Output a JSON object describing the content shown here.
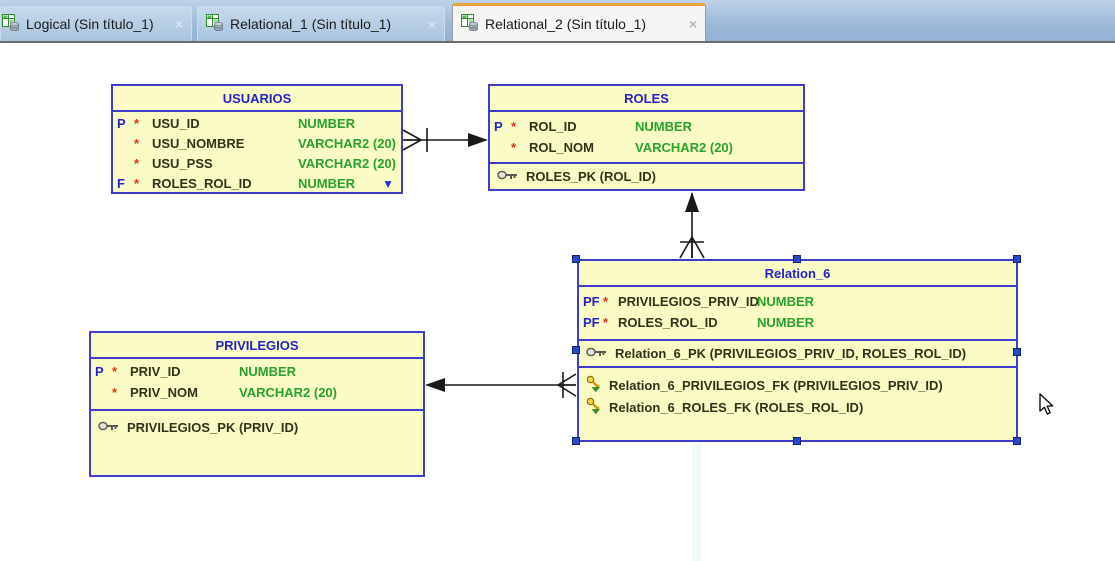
{
  "tabs": [
    {
      "label": "Logical (Sin título_1)",
      "close": "×",
      "active": false
    },
    {
      "label": "Relational_1 (Sin título_1)",
      "close": "×",
      "active": false
    },
    {
      "label": "Relational_2 (Sin título_1)",
      "close": "×",
      "active": true
    }
  ],
  "icons": {
    "tab": "relational-diagram-icon",
    "pk": "pk-key-icon",
    "fk": "fk-key-icon",
    "more_indicator": "▼",
    "close": "×"
  },
  "tables": {
    "usuarios": {
      "title": "USUARIOS",
      "columns": [
        {
          "key": "P",
          "required": "*",
          "name": "USU_ID",
          "type": "NUMBER"
        },
        {
          "key": "",
          "required": "*",
          "name": "USU_NOMBRE",
          "type": "VARCHAR2 (20)"
        },
        {
          "key": "",
          "required": "*",
          "name": "USU_PSS",
          "type": "VARCHAR2 (20)"
        },
        {
          "key": "F",
          "required": "*",
          "name": "ROLES_ROL_ID",
          "type": "NUMBER"
        }
      ],
      "more_indicator": "▼"
    },
    "roles": {
      "title": "ROLES",
      "columns": [
        {
          "key": "P",
          "required": "*",
          "name": "ROL_ID",
          "type": "NUMBER"
        },
        {
          "key": "",
          "required": "*",
          "name": "ROL_NOM",
          "type": "VARCHAR2 (20)"
        }
      ],
      "keys": [
        {
          "icon": "pk-key-icon",
          "label": "ROLES_PK (ROL_ID)"
        }
      ]
    },
    "privilegios": {
      "title": "PRIVILEGIOS",
      "columns": [
        {
          "key": "P",
          "required": "*",
          "name": "PRIV_ID",
          "type": "NUMBER"
        },
        {
          "key": "",
          "required": "*",
          "name": "PRIV_NOM",
          "type": "VARCHAR2 (20)"
        }
      ],
      "keys": [
        {
          "icon": "pk-key-icon",
          "label": "PRIVILEGIOS_PK (PRIV_ID)"
        }
      ]
    },
    "relation6": {
      "title": "Relation_6",
      "selected": true,
      "columns": [
        {
          "key": "PF",
          "required": "*",
          "name": "PRIVILEGIOS_PRIV_ID",
          "type": "NUMBER"
        },
        {
          "key": "PF",
          "required": "*",
          "name": "ROLES_ROL_ID",
          "type": "NUMBER"
        }
      ],
      "pk": [
        {
          "icon": "pk-key-icon",
          "label": "Relation_6_PK (PRIVILEGIOS_PRIV_ID, ROLES_ROL_ID)"
        }
      ],
      "fks": [
        {
          "icon": "fk-key-icon",
          "label": "Relation_6_PRIVILEGIOS_FK (PRIVILEGIOS_PRIV_ID)"
        },
        {
          "icon": "fk-key-icon",
          "label": "Relation_6_ROLES_FK (ROLES_ROL_ID)"
        }
      ]
    }
  },
  "relationships": [
    {
      "from": "USUARIOS",
      "to": "ROLES",
      "from_end": "many-crowfoot",
      "to_end": "arrow"
    },
    {
      "from": "Relation_6",
      "to": "ROLES",
      "from_end": "many-crowfoot",
      "to_end": "arrow"
    },
    {
      "from": "Relation_6",
      "to": "PRIVILEGIOS",
      "from_end": "many-crowfoot",
      "to_end": "arrow"
    }
  ],
  "colors": {
    "table_fill": "#fbfbc5",
    "table_border": "#3d3dca",
    "header_text": "#2424c8",
    "key_marker": "#2424c8",
    "required_marker": "#e03418",
    "column_name": "#33331c",
    "column_type": "#29a229",
    "tabbar_bg": "#9cb9d8",
    "active_tab_bg": "#f5f5f3",
    "active_tab_accent": "#e8a33c",
    "selection_handle": "#2b49cc",
    "connector": "#1a1a1a"
  }
}
